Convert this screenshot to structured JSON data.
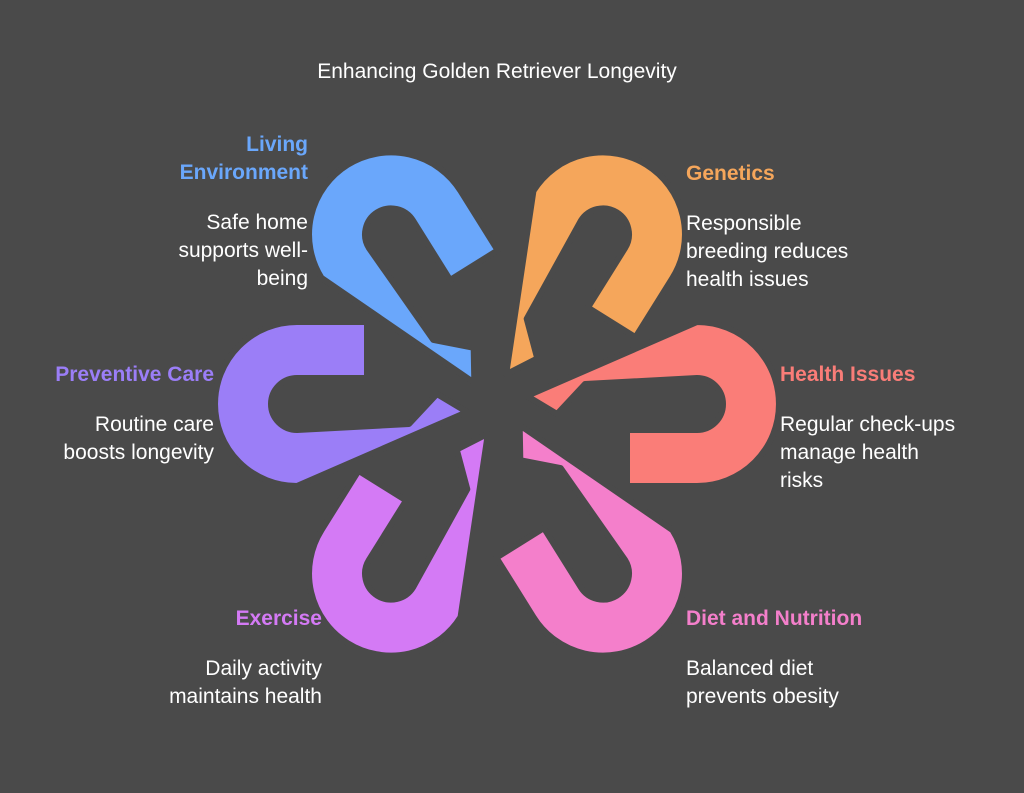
{
  "title": "Enhancing Golden Retriever Longevity",
  "colors": {
    "background": "#4a4a4a",
    "genetics": "#f5a65b",
    "health": "#fa7d78",
    "diet": "#f47fcb",
    "exercise": "#d47af5",
    "preventive": "#9b7ef7",
    "living": "#6aa7fb"
  },
  "factors": [
    {
      "key": "genetics",
      "heading": "Genetics",
      "description": "Responsible breeding reduces health issues",
      "description_lines": [
        "Responsible",
        "breeding reduces",
        "health issues"
      ],
      "color": "#f5a65b"
    },
    {
      "key": "health",
      "heading": "Health Issues",
      "description": "Regular check-ups manage health risks",
      "description_lines": [
        "Regular check-ups",
        "manage health",
        "risks"
      ],
      "color": "#fa7d78"
    },
    {
      "key": "diet",
      "heading": "Diet and Nutrition",
      "description": "Balanced diet prevents obesity",
      "description_lines": [
        "Balanced diet",
        "prevents obesity"
      ],
      "color": "#f47fcb"
    },
    {
      "key": "exercise",
      "heading": "Exercise",
      "description": "Daily activity maintains health",
      "description_lines": [
        "Daily activity",
        "maintains health"
      ],
      "color": "#d47af5"
    },
    {
      "key": "preventive",
      "heading": "Preventive Care",
      "description": "Routine care boosts longevity",
      "description_lines": [
        "Routine care",
        "boosts longevity"
      ],
      "color": "#9b7ef7"
    },
    {
      "key": "living",
      "heading": "Living Environment",
      "heading_lines": [
        "Living",
        "Environment"
      ],
      "description": "Safe home supports well-being",
      "description_lines": [
        "Safe home",
        "supports well-",
        "being"
      ],
      "color": "#6aa7fb"
    }
  ]
}
